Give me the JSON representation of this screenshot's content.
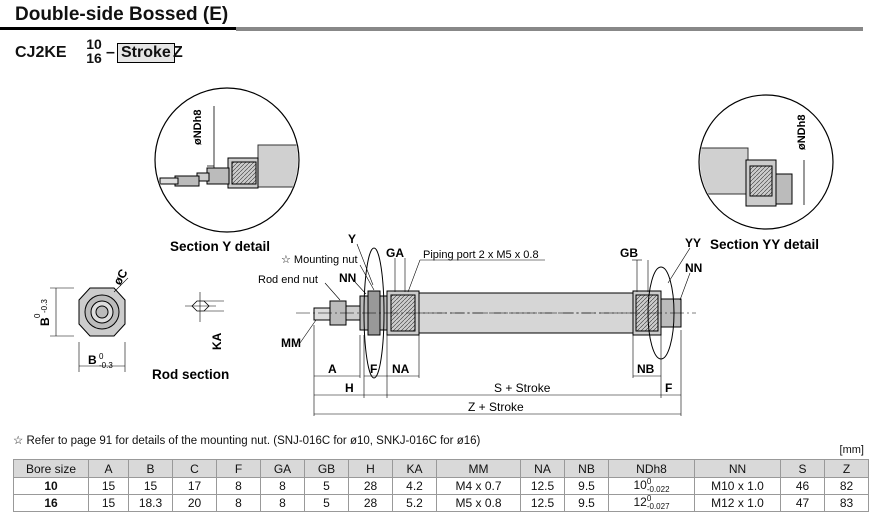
{
  "title": "Double-side Bossed (E)",
  "model": {
    "prefix": "CJ2KE",
    "bore_top": "10",
    "bore_bottom": "16",
    "dash": "–",
    "stroke": "Stroke",
    "suffix": "Z"
  },
  "labels": {
    "section_y": "Section Y detail",
    "section_yy": "Section YY detail",
    "ndh8": "øNDh8",
    "mounting_nut": "☆ Mounting nut",
    "rod_end_nut": "Rod end nut",
    "piping_port": "Piping port 2 x M5 x 0.8",
    "rod_section": "Rod section",
    "oC": "øC",
    "B": "B",
    "B_tol_top": "0",
    "B_tol_bottom": "-0.3",
    "KA": "KA",
    "MM": "MM",
    "Y": "Y",
    "YY": "YY",
    "GA": "GA",
    "GB": "GB",
    "NN": "NN",
    "A": "A",
    "F": "F",
    "NA": "NA",
    "NB": "NB",
    "H": "H",
    "S_stroke": "S + Stroke",
    "Z_stroke": "Z + Stroke"
  },
  "note": "☆ Refer to page 91 for details of the mounting nut. (SNJ-016C for ø10, SNKJ-016C for ø16)",
  "unit": "[mm]",
  "table": {
    "headers": [
      "Bore size",
      "A",
      "B",
      "C",
      "F",
      "GA",
      "GB",
      "H",
      "KA",
      "MM",
      "NA",
      "NB",
      "NDh8",
      "NN",
      "S",
      "Z"
    ],
    "rows": [
      {
        "bore": "10",
        "A": "15",
        "B": "15",
        "C": "17",
        "F": "8",
        "GA": "8",
        "GB": "5",
        "H": "28",
        "KA": "4.2",
        "MM": "M4 x 0.7",
        "NA": "12.5",
        "NB": "9.5",
        "ND_base": "10",
        "ND_upper": "0",
        "ND_lower": "-0.022",
        "NN": "M10 x 1.0",
        "S": "46",
        "Z": "82"
      },
      {
        "bore": "16",
        "A": "15",
        "B": "18.3",
        "C": "20",
        "F": "8",
        "GA": "8",
        "GB": "5",
        "H": "28",
        "KA": "5.2",
        "MM": "M5 x 0.8",
        "NA": "12.5",
        "NB": "9.5",
        "ND_base": "12",
        "ND_upper": "0",
        "ND_lower": "-0.027",
        "NN": "M12 x 1.0",
        "S": "47",
        "Z": "83"
      }
    ]
  }
}
